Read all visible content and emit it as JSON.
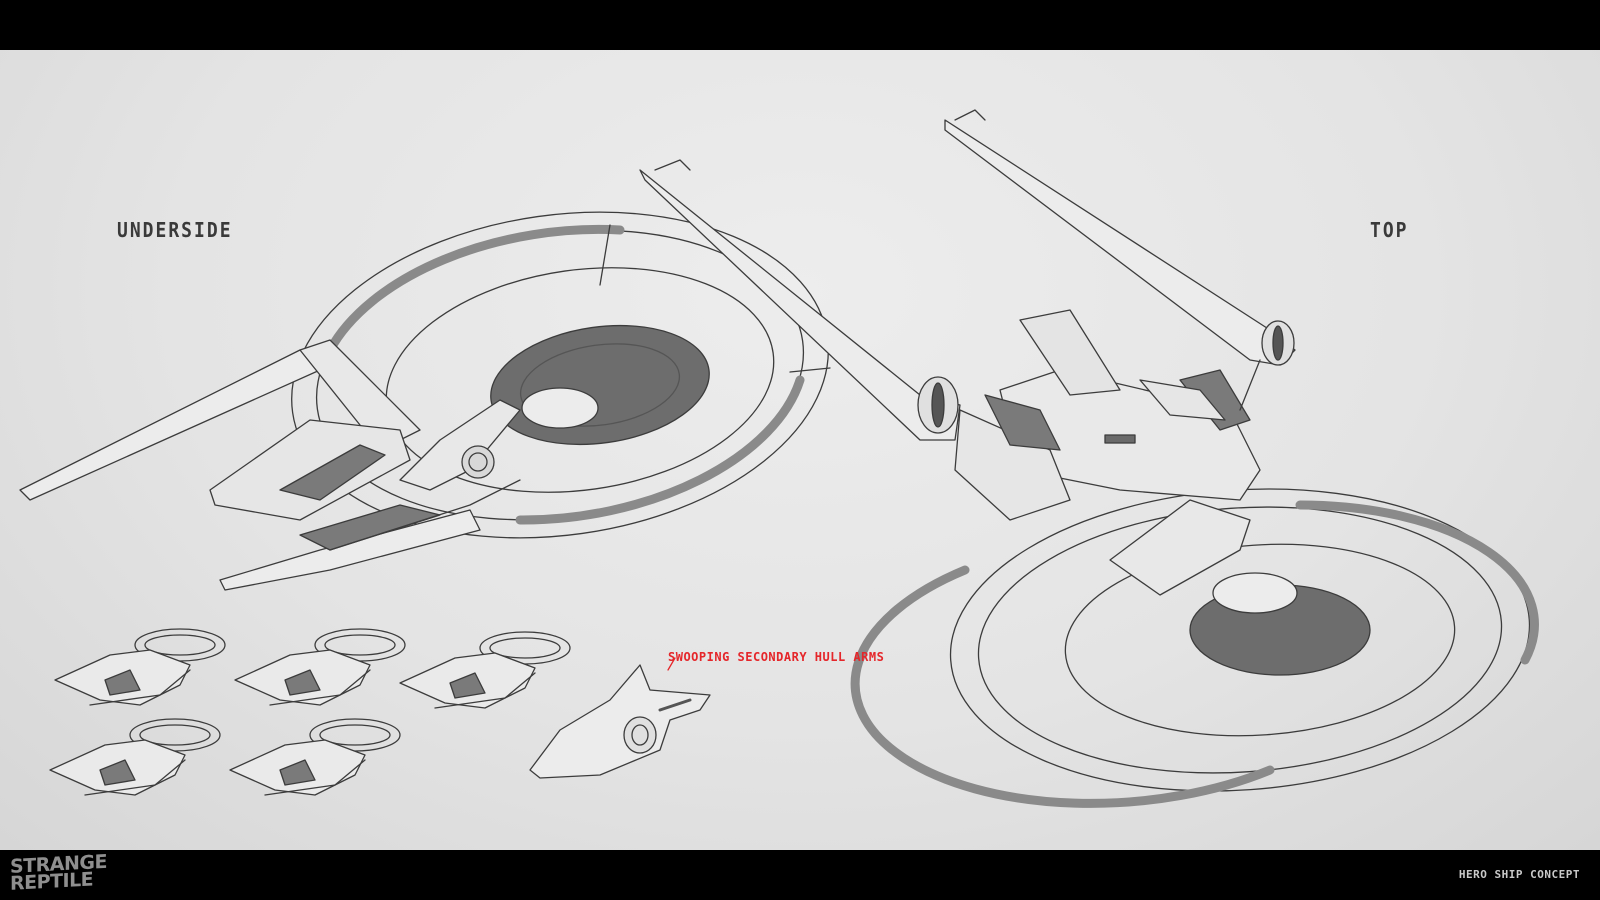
{
  "labels": {
    "underside": "UNDERSIDE",
    "top": "TOP"
  },
  "annotation": "SWOOPING SECONDARY HULL ARMS",
  "footer": {
    "logo_line1": "STRANGE",
    "logo_line2": "REPTILE",
    "caption": "HERO SHIP CONCEPT"
  },
  "colors": {
    "frame": "#000000",
    "paper": "#e6e6e6",
    "line": "#3c3c3c",
    "accent_band": "#8a8a8a",
    "annotation": "#e5262a"
  }
}
